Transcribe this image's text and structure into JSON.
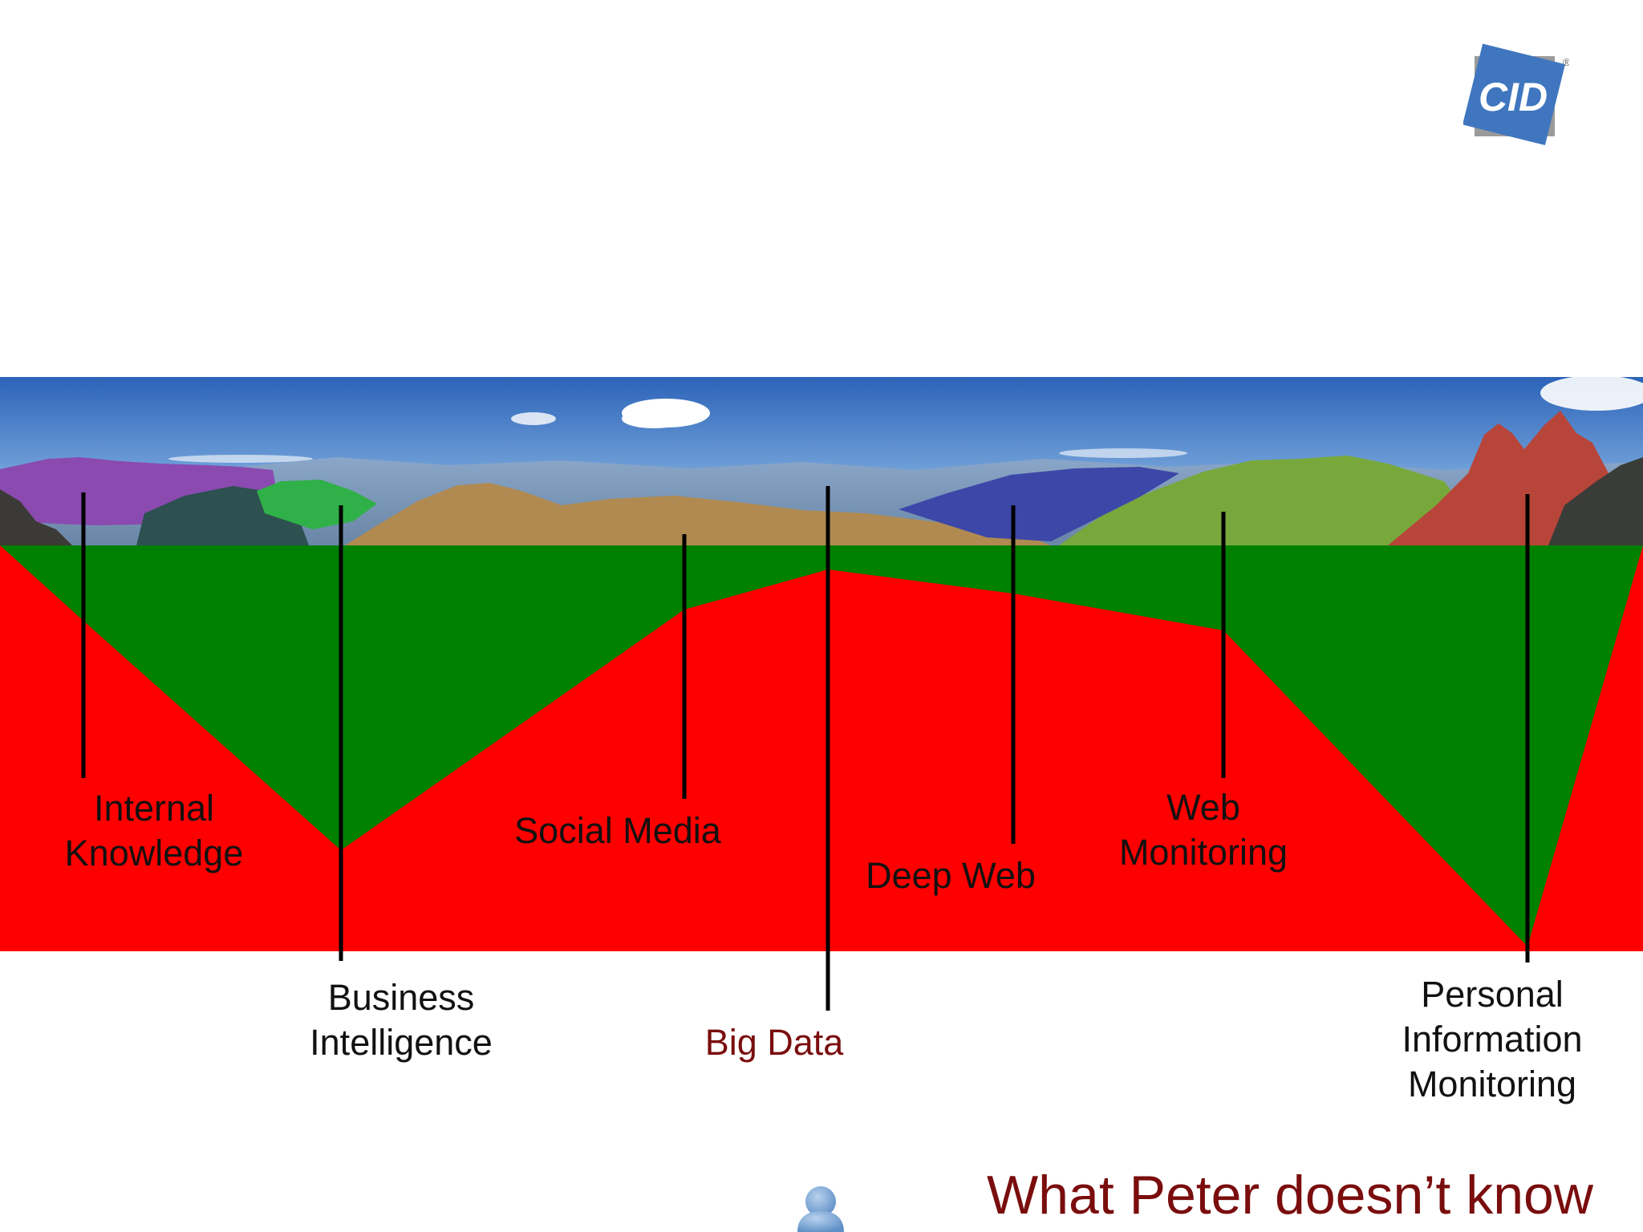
{
  "logo": {
    "text": "CID",
    "registered": "®",
    "color": "#3f76bf"
  },
  "diagram": {
    "colors": {
      "known": "#008000",
      "unknown": "#ff0000",
      "marker": "#000000",
      "highlight": "#7a0d0d"
    },
    "categories": [
      {
        "lines": [
          "Internal",
          "Knowledge"
        ],
        "highlight": false
      },
      {
        "lines": [
          "Business",
          "Intelligence"
        ],
        "highlight": false
      },
      {
        "lines": [
          "Social Media"
        ],
        "highlight": false
      },
      {
        "lines": [
          "Big Data"
        ],
        "highlight": true
      },
      {
        "lines": [
          "Deep Web"
        ],
        "highlight": false
      },
      {
        "lines": [
          "Web",
          "Monitoring"
        ],
        "highlight": false
      },
      {
        "lines": [
          "Personal",
          "Information",
          "Monitoring"
        ],
        "highlight": false
      }
    ]
  },
  "caption": "What Peter doesn’t know",
  "person_icon": "person-icon"
}
